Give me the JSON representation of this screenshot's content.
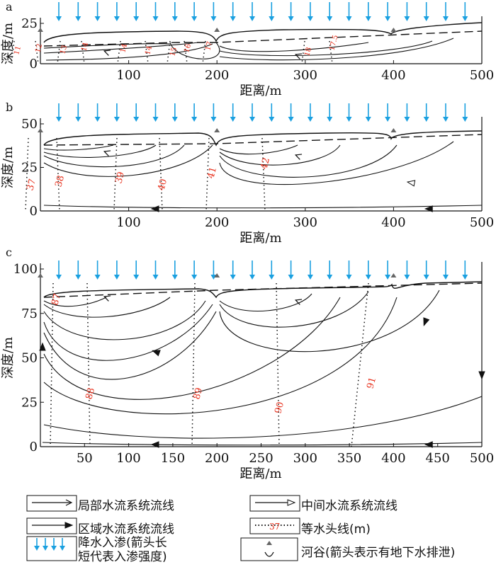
{
  "axis": {
    "ylabel": "深度/m",
    "xlabel": "距离/m"
  },
  "panels": [
    {
      "letter": "a",
      "yticks": [
        0,
        25
      ],
      "ymax": 25,
      "xticks": [
        100,
        200,
        300,
        400,
        500
      ],
      "heads": [
        "11",
        "12",
        "13",
        "14",
        "14",
        "14",
        "15",
        "16",
        "17",
        "17.5",
        "18"
      ]
    },
    {
      "letter": "b",
      "yticks": [
        0,
        25,
        50
      ],
      "ymax": 50,
      "xticks": [
        100,
        200,
        300,
        400,
        500
      ],
      "heads": [
        "37",
        "38",
        "39",
        "40",
        "41",
        "42"
      ]
    },
    {
      "letter": "c",
      "yticks": [
        0,
        25,
        50,
        75,
        100
      ],
      "ymax": 100,
      "xticks": [
        50,
        100,
        150,
        200,
        250,
        300,
        350,
        400,
        450,
        500
      ],
      "heads": [
        "87",
        "88",
        "89",
        "90",
        "91"
      ]
    }
  ],
  "legend": {
    "local": "局部水流系统流线",
    "intermediate": "中间水流系统流线",
    "regional": "区域水流系统流线",
    "isohead": "等水头线(m)",
    "isohead_sample": "37",
    "recharge_line1": "降水入渗(箭头长",
    "recharge_line2": "短代表入渗强度)",
    "valley": "河谷(箭头表示有地下水排泄)"
  },
  "colors": {
    "rain": "#1aa0e0",
    "head": "#e8321e",
    "line": "#111111"
  }
}
